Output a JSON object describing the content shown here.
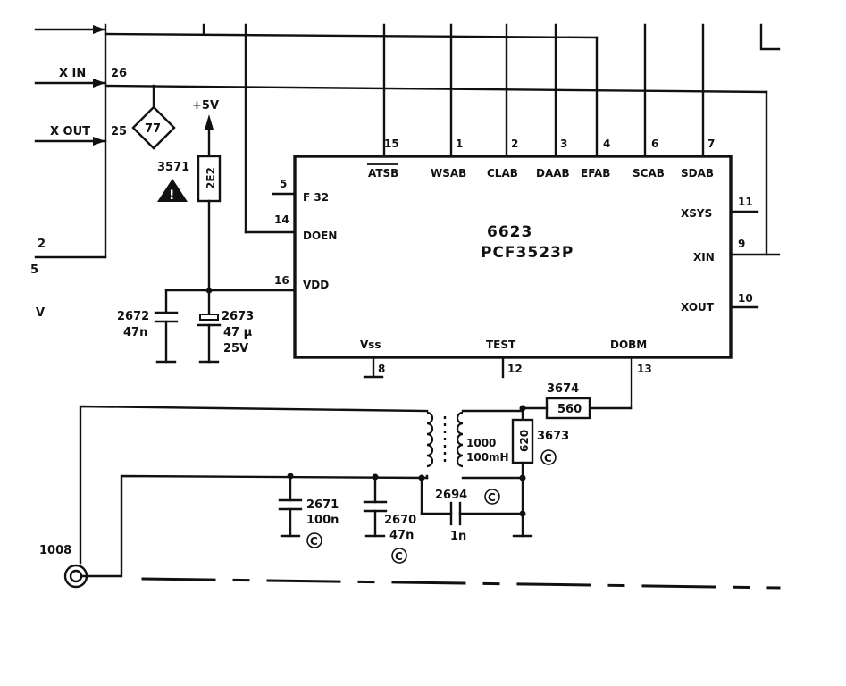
{
  "ic": {
    "ref": "6623",
    "part": "PCF3523P",
    "top_pins": [
      {
        "num": "15",
        "label": "ATSB"
      },
      {
        "num": "1",
        "label": "WSAB"
      },
      {
        "num": "2",
        "label": "CLAB"
      },
      {
        "num": "3",
        "label": "DAAB"
      },
      {
        "num": "4",
        "label": "EFAB"
      },
      {
        "num": "6",
        "label": "SCAB"
      },
      {
        "num": "7",
        "label": "SDAB"
      }
    ],
    "left_pins": [
      {
        "num": "5",
        "label": "F 32"
      },
      {
        "num": "14",
        "label": "DOEN"
      },
      {
        "num": "16",
        "label": "VDD"
      }
    ],
    "right_pins": [
      {
        "num": "11",
        "label": "XSYS"
      },
      {
        "num": "9",
        "label": "XIN"
      },
      {
        "num": "10",
        "label": "XOUT"
      }
    ],
    "bottom_pins": [
      {
        "num": "8",
        "label": "Vss"
      },
      {
        "num": "12",
        "label": "TEST"
      },
      {
        "num": "13",
        "label": "DOBM"
      }
    ]
  },
  "connector": {
    "x_in": "X IN",
    "x_in_pin": "26",
    "x_out": "X OUT",
    "x_out_pin": "25",
    "left_pin": "2",
    "edge_5": "5",
    "edge_v": "V",
    "diamond": "77"
  },
  "supply": {
    "rail": "+5V",
    "fuse_ref": "3571",
    "fuse_value": "2E2"
  },
  "caps": {
    "c2672_ref": "2672",
    "c2672_val": "47n",
    "c2673_ref": "2673",
    "c2673_val": "47 µ",
    "c2673_volt": "25V",
    "c2671_ref": "2671",
    "c2671_val": "100n",
    "c2670_ref": "2670",
    "c2670_val": "47n",
    "c2694_ref": "2694",
    "c2694_val": "1n"
  },
  "resistors": {
    "r3674_ref": "3674",
    "r3674_val": "560",
    "r3673_ref": "3673",
    "r3673_val": "620"
  },
  "transformer": {
    "ref": "1000",
    "value": "100mH"
  },
  "jack": {
    "ref": "1008"
  },
  "marks": {
    "c": "C"
  }
}
